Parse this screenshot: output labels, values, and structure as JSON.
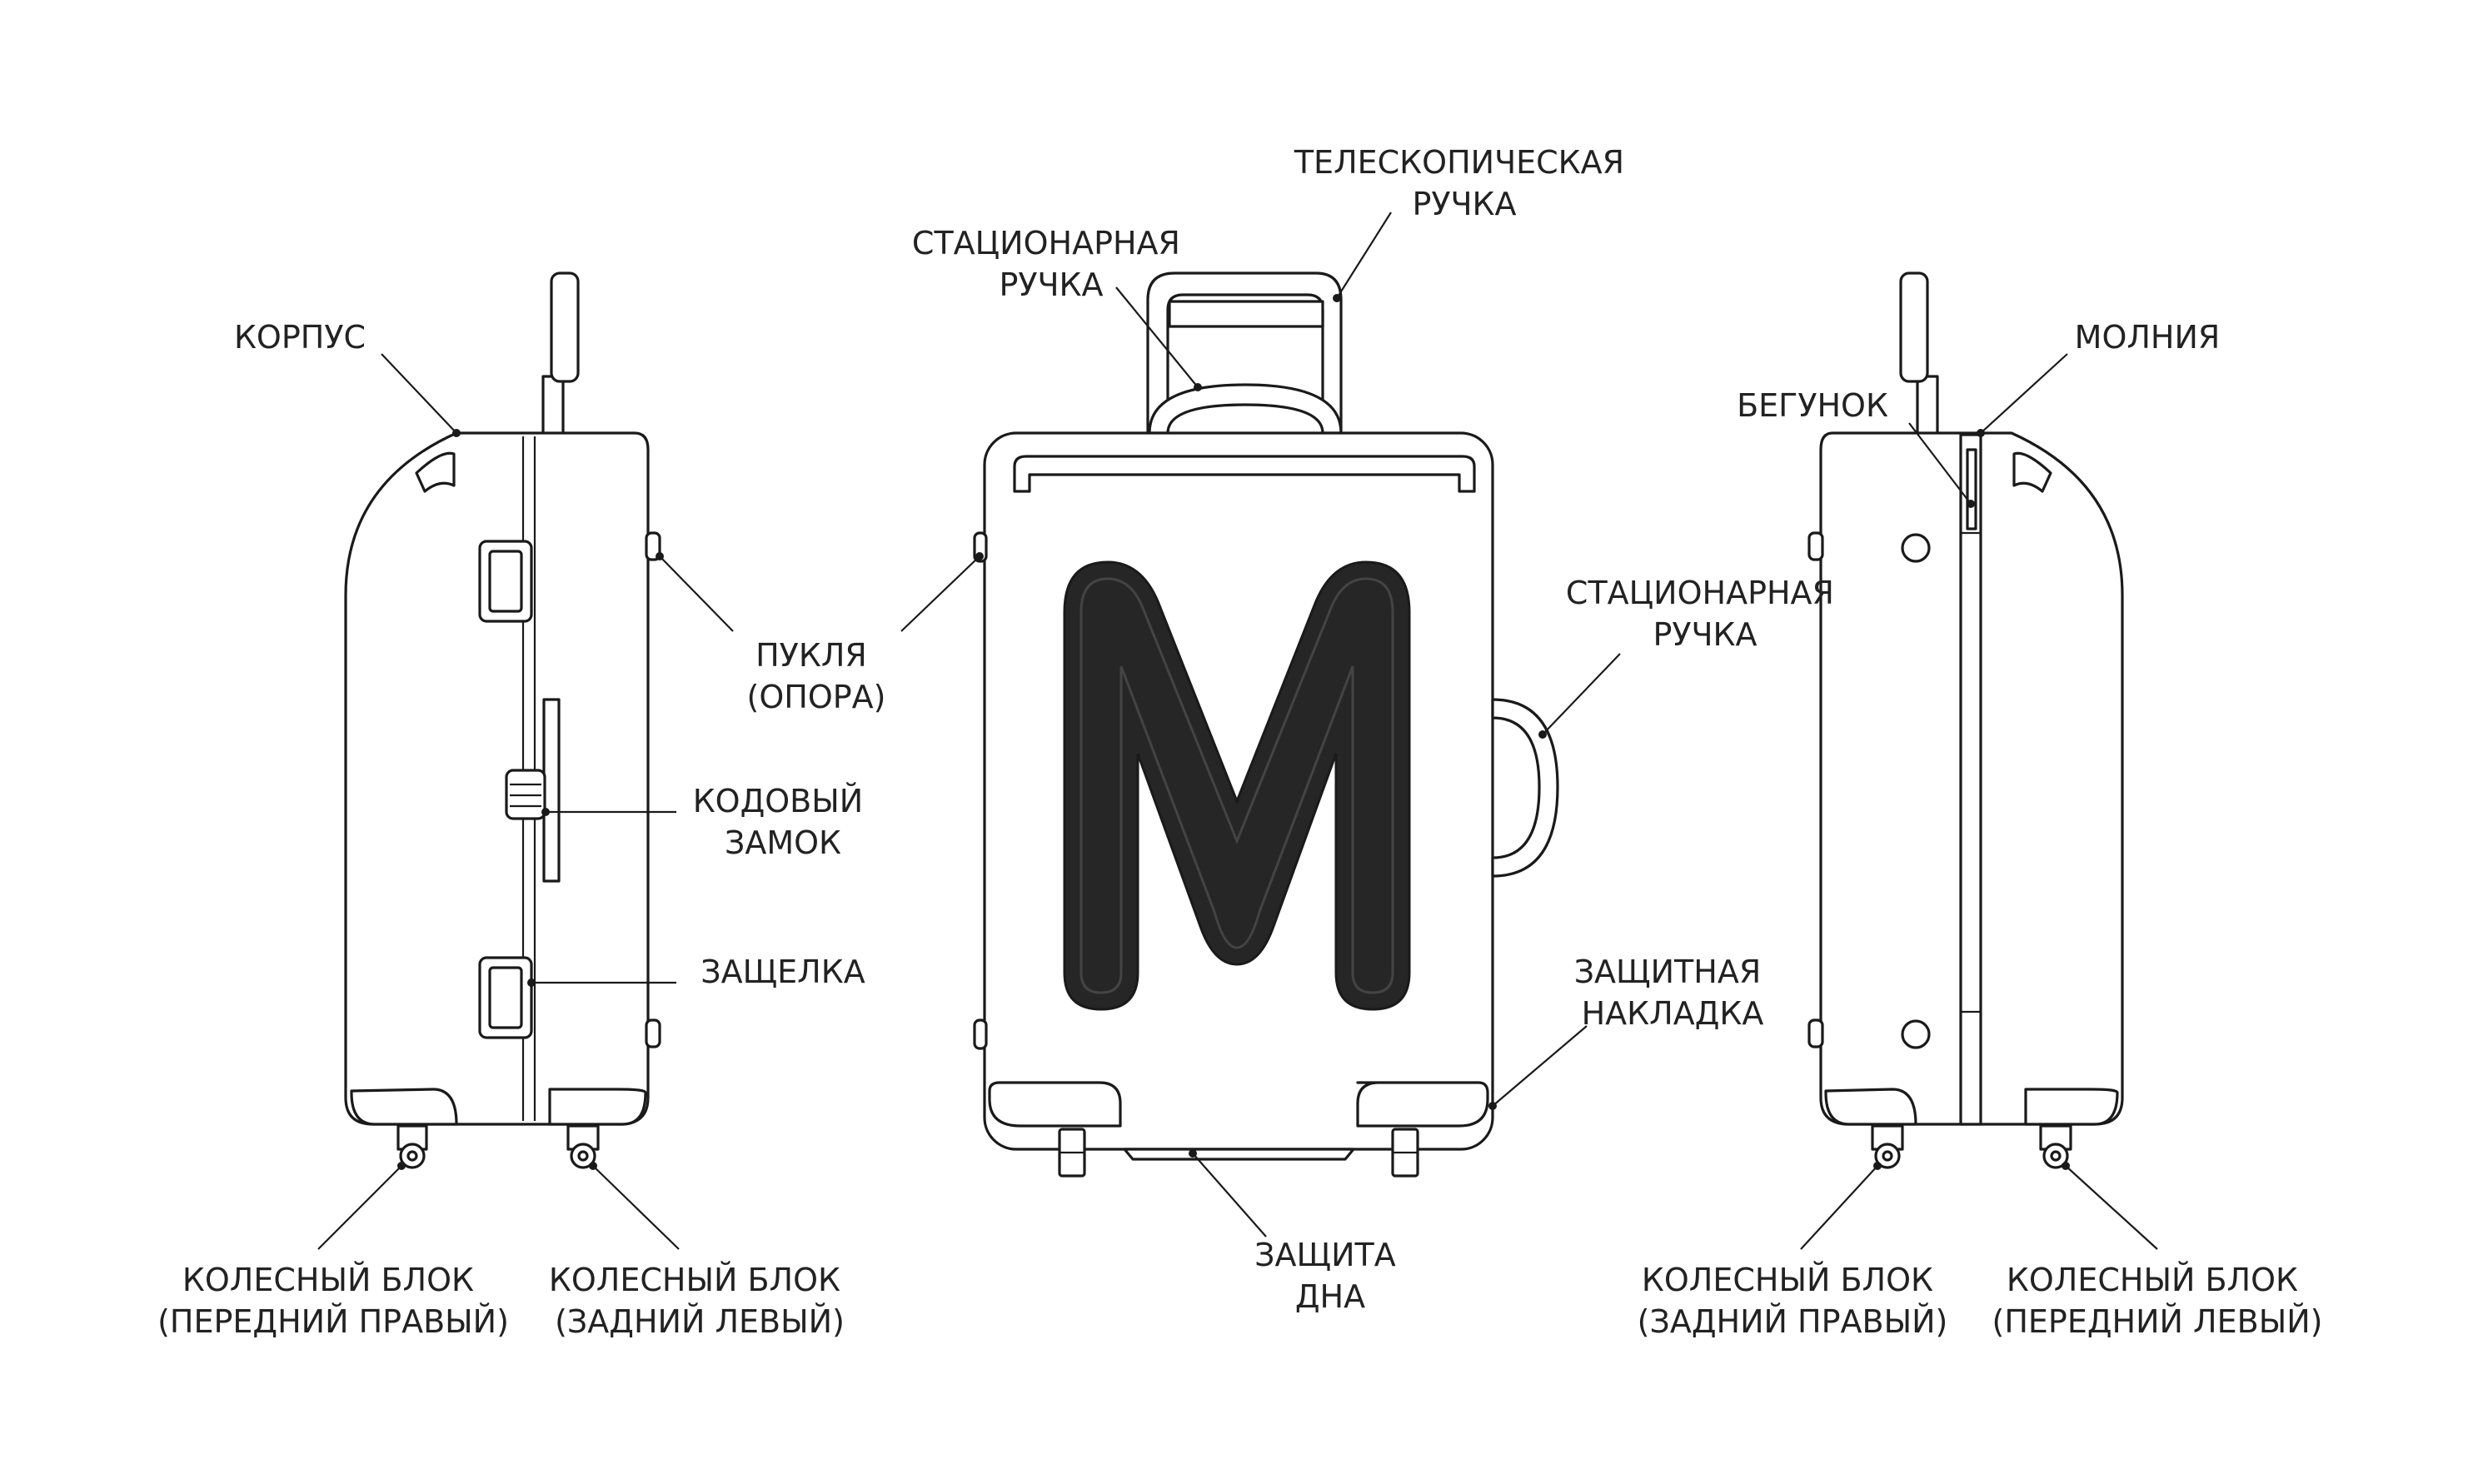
{
  "colors": {
    "line": "#1a1a1a",
    "text": "#222222",
    "logo_fill": "#262626",
    "logo_outline": "#444444"
  },
  "logo": {
    "letter": "M"
  },
  "labels": {
    "korpus": [
      "КОРПУС"
    ],
    "telescopic": [
      "ТЕЛЕСКОПИЧЕСКАЯ",
      "РУЧКА"
    ],
    "stationary_top": [
      "СТАЦИОНАРНАЯ",
      "РУЧКА"
    ],
    "molniya": [
      "МОЛНИЯ"
    ],
    "begunok": [
      "БЕГУНОК"
    ],
    "pyklya": [
      "ПУКЛЯ",
      "(ОПОРА)"
    ],
    "stationary_side": [
      "СТАЦИОНАРНАЯ",
      "РУЧКА"
    ],
    "code_lock": [
      "КОДОВЫЙ",
      "ЗАМОК"
    ],
    "latch": [
      "ЗАЩЕЛКА"
    ],
    "protective_pad": [
      "ЗАЩИТНАЯ",
      "НАКЛАДКА"
    ],
    "bottom_protection": [
      "ЗАЩИТА",
      "ДНА"
    ],
    "wheel_front_right": [
      "КОЛЕСНЫЙ БЛОК",
      "(ПЕРЕДНИЙ ПРАВЫЙ)"
    ],
    "wheel_rear_left": [
      "КОЛЕСНЫЙ БЛОК",
      "(ЗАДНИЙ ЛЕВЫЙ)"
    ],
    "wheel_rear_right": [
      "КОЛЕСНЫЙ БЛОК",
      "(ЗАДНИЙ ПРАВЫЙ)"
    ],
    "wheel_front_left": [
      "КОЛЕСНЫЙ БЛОК",
      "(ПЕРЕДНИЙ ЛЕВЫЙ)"
    ]
  }
}
